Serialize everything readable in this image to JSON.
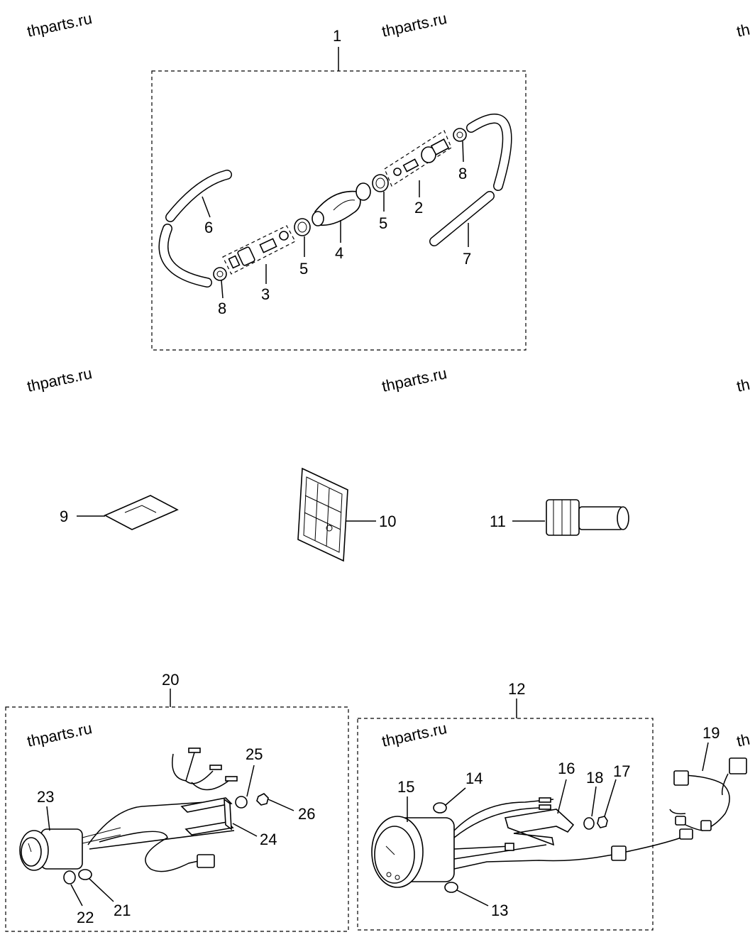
{
  "watermark": "thparts.ru",
  "callouts": {
    "c1": "1",
    "c2": "2",
    "c3": "3",
    "c4": "4",
    "c5a": "5",
    "c5b": "5",
    "c6": "6",
    "c7": "7",
    "c8a": "8",
    "c8b": "8",
    "c9": "9",
    "c10": "10",
    "c11": "11",
    "c12": "12",
    "c13": "13",
    "c14": "14",
    "c15": "15",
    "c16": "16",
    "c17": "17",
    "c18": "18",
    "c19": "19",
    "c20": "20",
    "c21": "21",
    "c22": "22",
    "c23": "23",
    "c24": "24",
    "c25": "25",
    "c26": "26"
  }
}
